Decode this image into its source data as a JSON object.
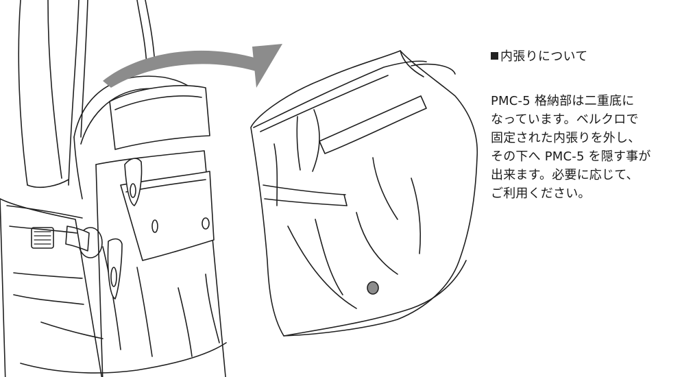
{
  "note": {
    "heading": "内張りについて",
    "lines": [
      "PMC-5 格納部は二重底に",
      "なっています。ベルクロで",
      "固定された内張りを外し、",
      "その下へ PMC-5 を隠す事が",
      "出来ます。必要に応じて、",
      "ご利用ください。"
    ]
  },
  "colors": {
    "arrow": "#8c8c8c",
    "line": "#1f1f1f",
    "background": "#ffffff"
  },
  "icons": {
    "heading_marker": "black-square",
    "arrow": "curved-arrow-right"
  }
}
